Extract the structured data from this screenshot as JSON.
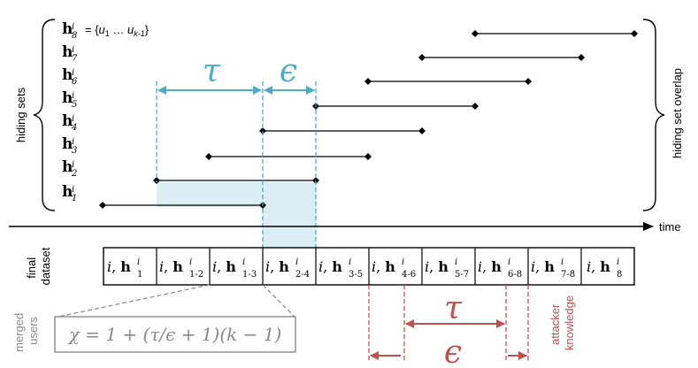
{
  "left_label": "hiding sets",
  "right_label": "hiding set overlap",
  "time_label": "time",
  "final_dataset_label": [
    "final",
    "dataset"
  ],
  "merged_users_label": [
    "merged",
    "users"
  ],
  "attacker_label": [
    "attacker",
    "knowledge"
  ],
  "h8_extra": "= {u1 … uk-1}",
  "hiding_sets": [
    {
      "main": "h",
      "sub": "1",
      "sup": "i"
    },
    {
      "main": "h",
      "sub": "2",
      "sup": "i"
    },
    {
      "main": "h",
      "sub": "3",
      "sup": "i"
    },
    {
      "main": "h",
      "sub": "4",
      "sup": "i"
    },
    {
      "main": "h",
      "sub": "5",
      "sup": "i"
    },
    {
      "main": "h",
      "sub": "6",
      "sup": "i"
    },
    {
      "main": "h",
      "sub": "7",
      "sup": "i"
    },
    {
      "main": "h",
      "sub": "8",
      "sup": "i"
    }
  ],
  "tau_symbol": "τ",
  "epsilon_symbol": "ϵ",
  "cells": [
    {
      "pre": "i, h",
      "sub": "1",
      "sup": "i"
    },
    {
      "pre": "i, h",
      "sub": "1-2",
      "sup": "i"
    },
    {
      "pre": "i, h",
      "sub": "1-3",
      "sup": "i"
    },
    {
      "pre": "i, h",
      "sub": "2-4",
      "sup": "i"
    },
    {
      "pre": "i, h",
      "sub": "3-5",
      "sup": "i"
    },
    {
      "pre": "i, h",
      "sub": "4-6",
      "sup": "i"
    },
    {
      "pre": "i, h",
      "sub": "5-7",
      "sup": "i"
    },
    {
      "pre": "i, h",
      "sub": "6-8",
      "sup": "i"
    },
    {
      "pre": "i, h",
      "sub": "7-8",
      "sup": "i"
    },
    {
      "pre": "i, h",
      "sub": "8",
      "sup": "i"
    }
  ],
  "formula": "χ = 1 + (τ/ϵ + 1)(k − 1)",
  "colors": {
    "blue": "#4bacc6",
    "blue_fill": "#daeef3",
    "red": "#c0504d",
    "gray": "#888888"
  }
}
